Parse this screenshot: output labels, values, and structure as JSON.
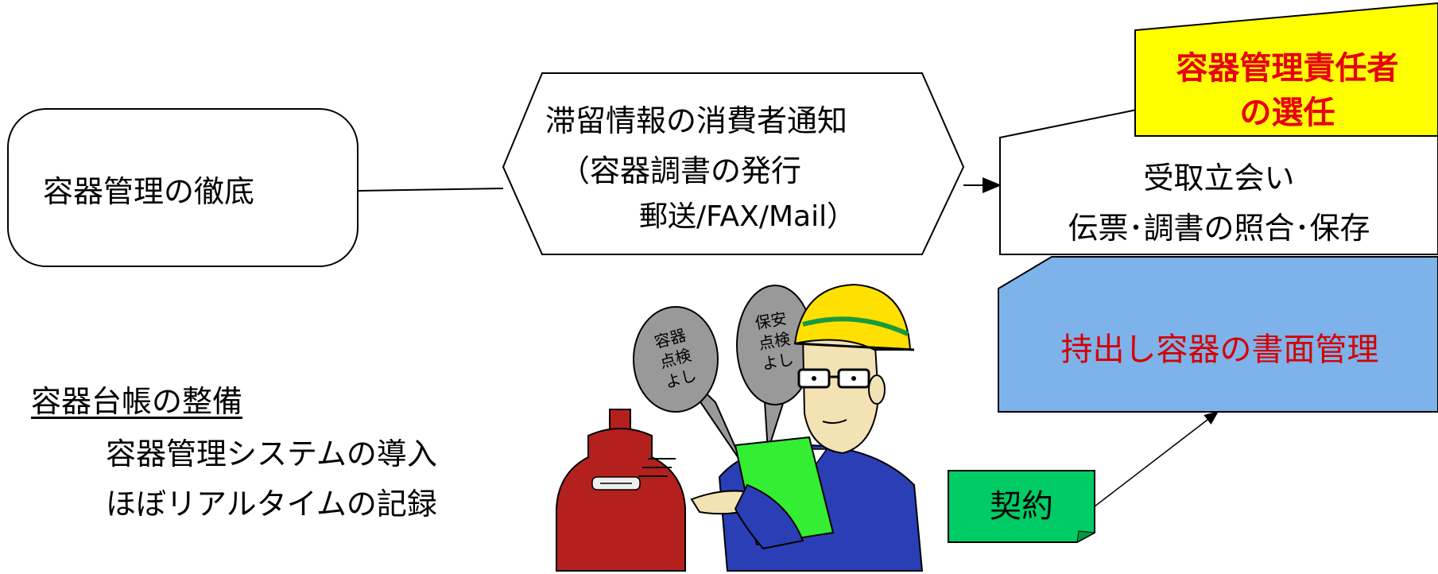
{
  "nodes": {
    "container_management": {
      "label": "容器管理の徹底"
    },
    "notice": {
      "line1": "滞留情報の消費者通知",
      "line2": "（容器調書の発行",
      "line3": "郵送/FAX/Mail）"
    },
    "receipt": {
      "line1": "受取立会い",
      "line2": "伝票･調書の照合･保存"
    },
    "manager": {
      "line1": "容器管理責任者",
      "line2": "の選任"
    },
    "document_mgmt": {
      "label": "持出し容器の書面管理"
    },
    "contract": {
      "label": "契約"
    }
  },
  "ledger": {
    "title": "容器台帳の整備",
    "item1": "容器管理システムの導入",
    "item2": "ほぼリアルタイムの記録"
  },
  "colors": {
    "manager_fill": "#ffff00",
    "manager_text": "#e60012",
    "document_fill": "#7db3ea",
    "document_text": "#d40000",
    "contract_fill": "#00cc66",
    "cylinder": "#b3201d",
    "helmet": "#ffe000",
    "uniform": "#2a3fb5",
    "clipboard": "#33ee33"
  },
  "illustration": {
    "bubble1_text": "容器 点検 よし",
    "bubble2_text": "保安 点検 よし"
  }
}
